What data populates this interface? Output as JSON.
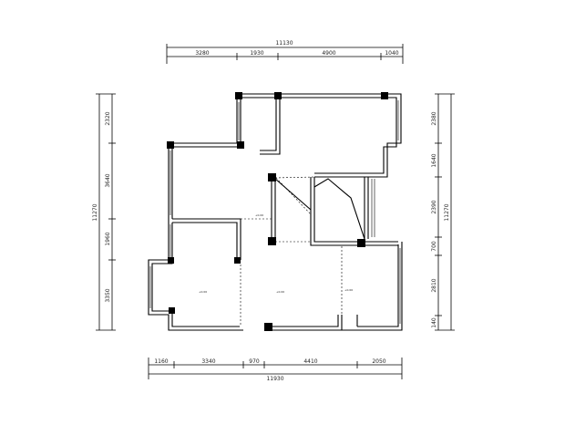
{
  "drawing": {
    "top_dims": {
      "total": "11130",
      "segments": [
        "3280",
        "1930",
        "4900",
        "1040"
      ]
    },
    "bottom_dims": {
      "total": "11930",
      "segments": [
        "1160",
        "3340",
        "970",
        "4410",
        "2050"
      ]
    },
    "left_dims": {
      "total": "11270",
      "segments": [
        "2320",
        "3640",
        "1960",
        "3350"
      ]
    },
    "right_dims": {
      "total": "11270",
      "segments": [
        "2380",
        "1640",
        "2390",
        "700",
        "2810",
        "140"
      ]
    },
    "room_marks": [
      "+0.00",
      "+0.00",
      "+0.00",
      "+0.00"
    ],
    "colors": {
      "line": "#000000",
      "background": "#ffffff"
    }
  }
}
